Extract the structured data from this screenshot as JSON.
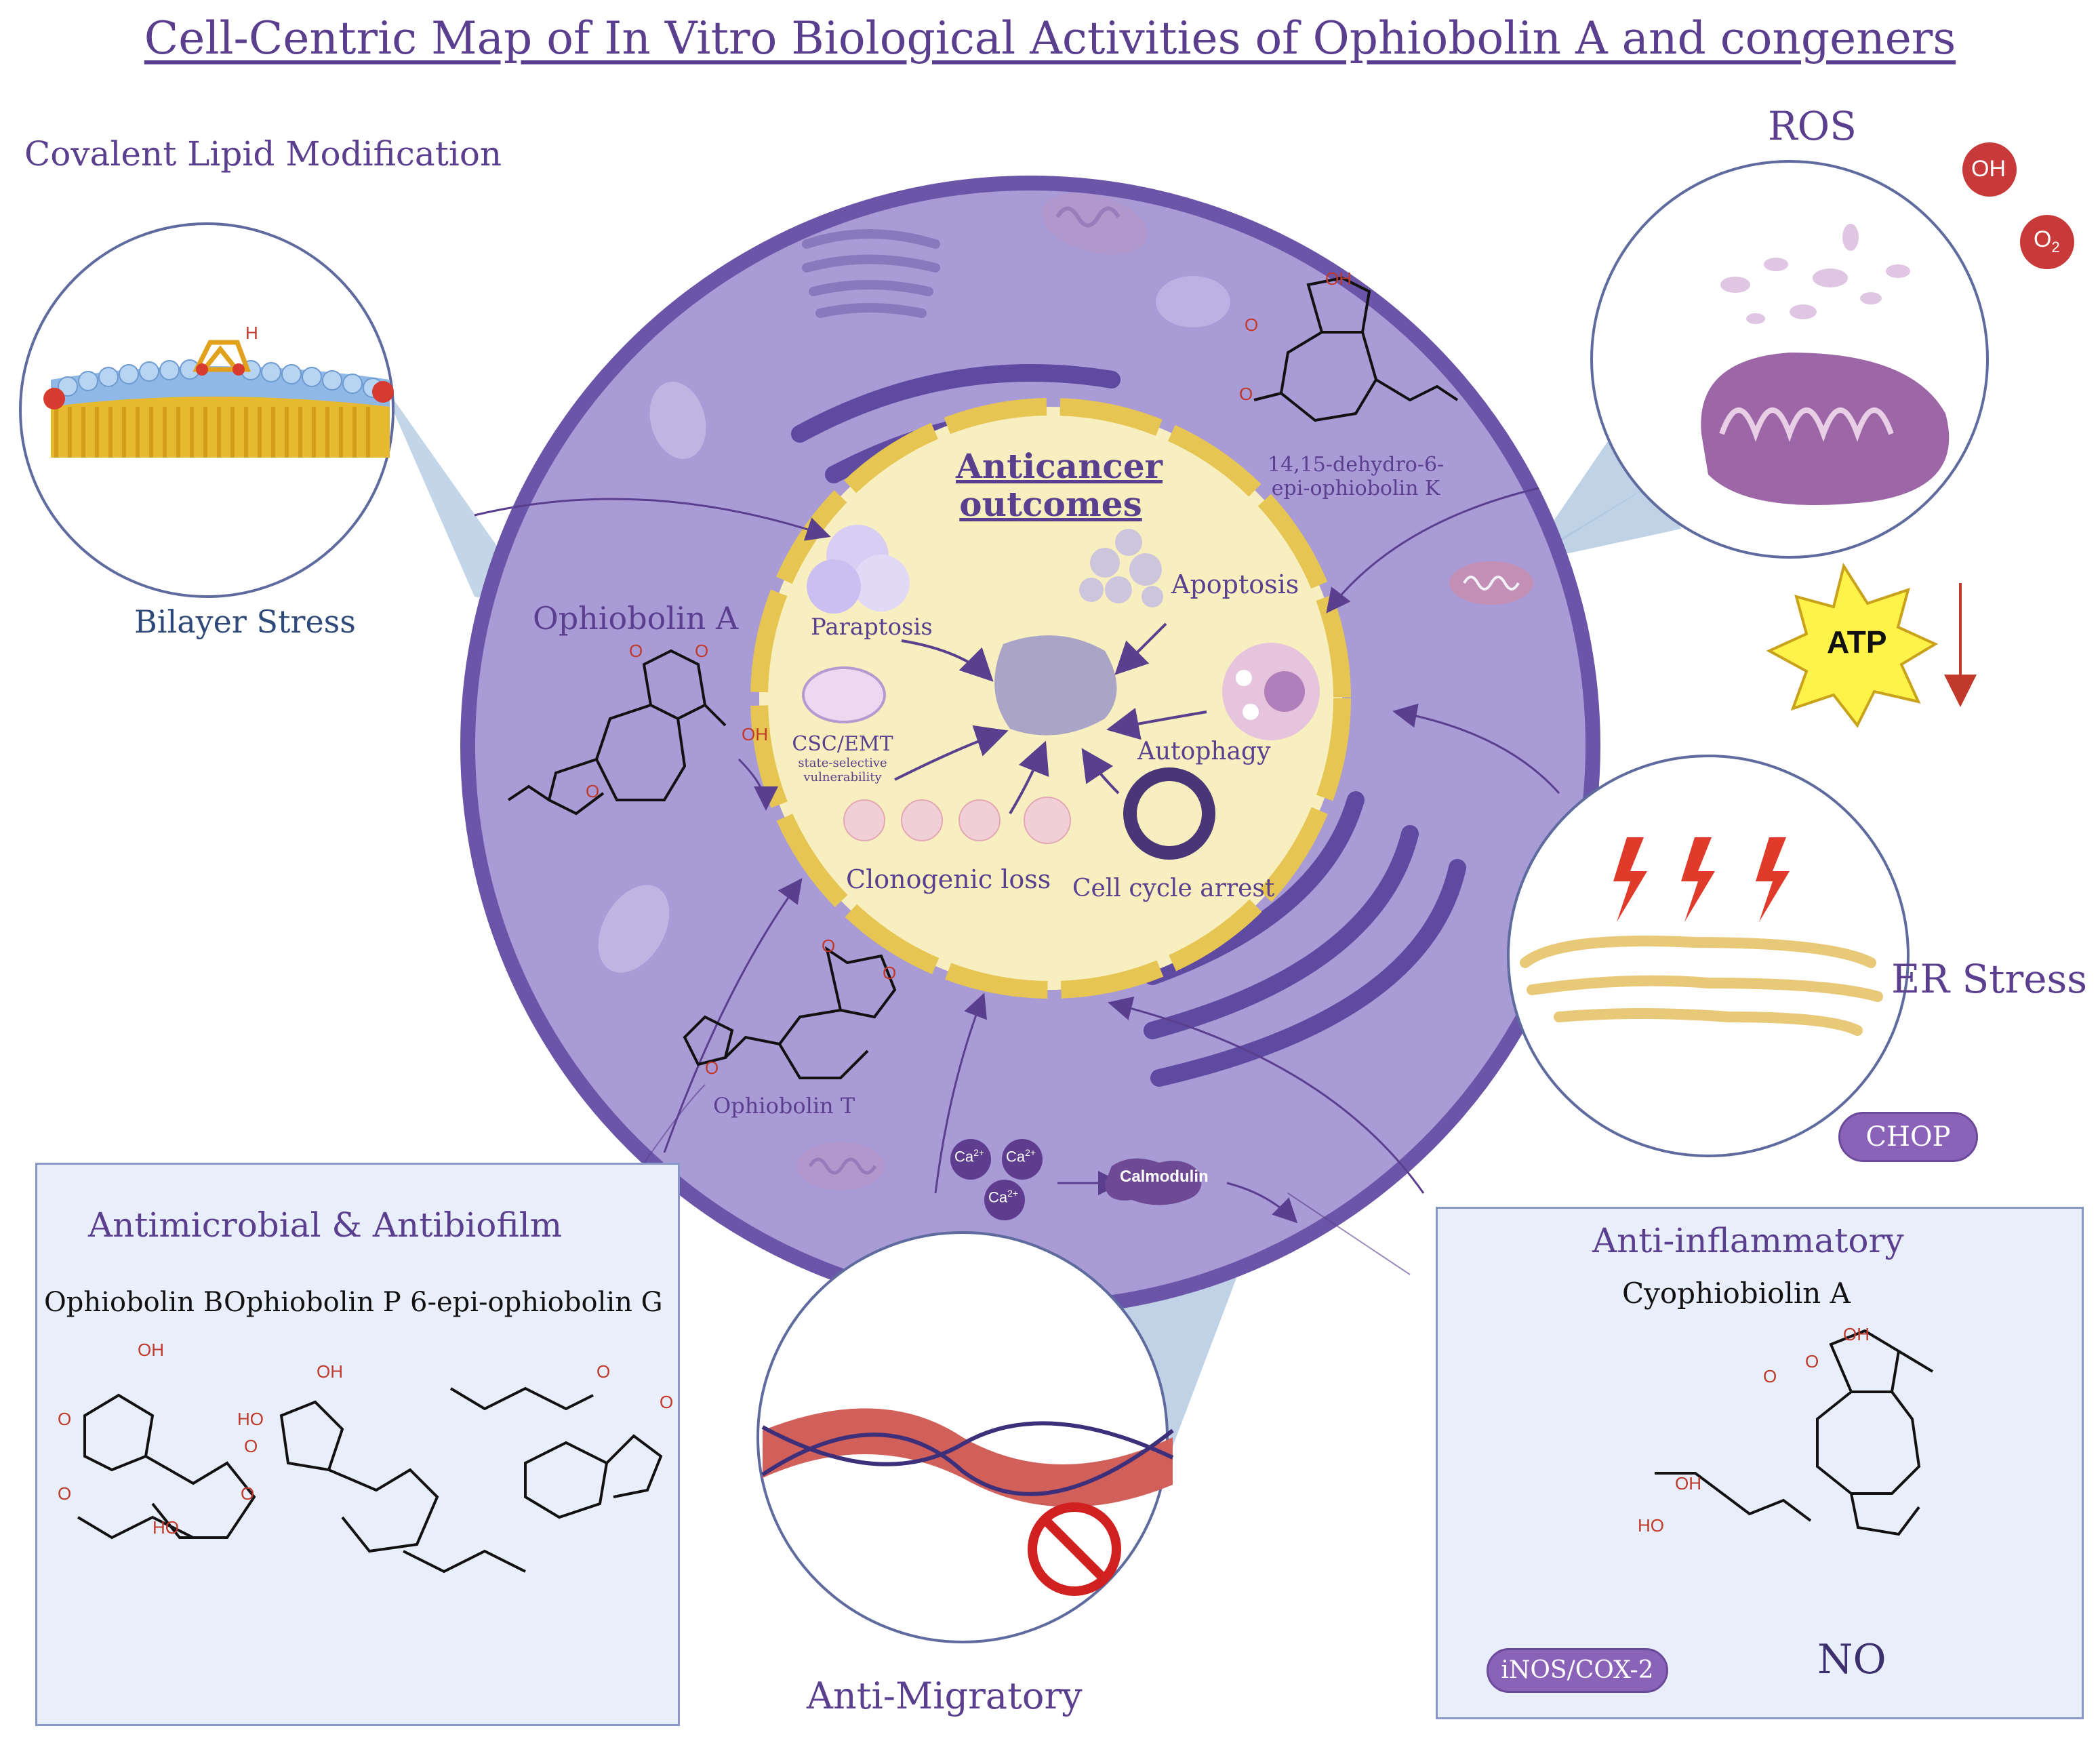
{
  "title": "Cell-Centric Map of In Vitro Biological Activities of Ophiobolin A and congeners",
  "panels": {
    "lipid": {
      "heading": "Covalent Lipid Modification",
      "caption": "Bilayer Stress"
    },
    "ros": {
      "heading": "ROS",
      "radical1": "OH",
      "radical2": "O",
      "radical2_sub": "2",
      "atp": "ATP"
    },
    "er": {
      "heading": "ER Stress",
      "badge": "CHOP"
    },
    "antimicrobial": {
      "heading": "Antimicrobial & Antibiofilm",
      "compounds": [
        "Ophiobolin B",
        "Ophiobolin P",
        "6-epi-ophiobolin G"
      ]
    },
    "migration": {
      "heading": "Anti-Migratory",
      "ca": "Ca",
      "ca_sup": "2+",
      "calmodulin": "Calmodulin"
    },
    "inflammation": {
      "heading": "Anti-inflammatory",
      "compound": "Cyophiobiolin A",
      "badge": "iNOS/COX-2",
      "no_label": "NO"
    }
  },
  "cell": {
    "ophiobolin_a": "Ophiobolin A",
    "ophiobolin_t": "Ophiobolin T",
    "dehydro_k_line1": "14,15-dehydro-6-",
    "dehydro_k_line2": "epi-ophiobolin K"
  },
  "nucleus": {
    "heading_line1": "Anticancer",
    "heading_line2": "outcomes",
    "outcomes": {
      "paraptosis": "Paraptosis",
      "apoptosis": "Apoptosis",
      "csc": "CSC/EMT",
      "csc_sub1": "state-selective",
      "csc_sub2": "vulnerability",
      "autophagy": "Autophagy",
      "clonogenic": "Clonogenic loss",
      "cell_cycle": "Cell cycle arrest"
    }
  },
  "atoms": {
    "oh": "OH",
    "ho": "HO",
    "o": "O",
    "h": "H"
  },
  "colors": {
    "cell": "#a89bd6",
    "cell_border": "#6a55a8",
    "nucleus": "#f8efc0",
    "nucleus_border": "#e6c552",
    "text": "#5b3f8f",
    "accent_red": "#c0392b",
    "box_bg": "#e9eefb"
  }
}
